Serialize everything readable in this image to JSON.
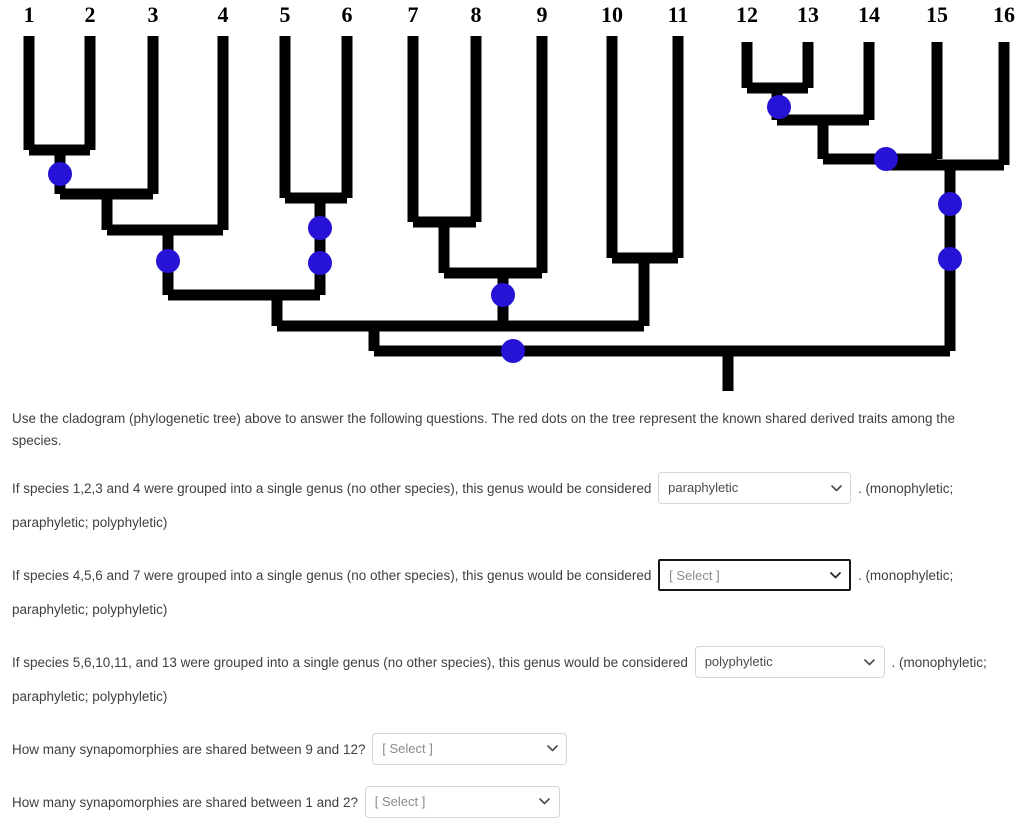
{
  "cladogram": {
    "tip_labels": [
      "1",
      "2",
      "3",
      "4",
      "5",
      "6",
      "7",
      "8",
      "9",
      "10",
      "11",
      "12",
      "13",
      "14",
      "15",
      "16"
    ],
    "node_color": "#2613d6",
    "branch_color": "#000000",
    "node_count": 11,
    "description": "Cladogram of 16 species with blue dots marking shared derived traits (synapomorphies)"
  },
  "intro": {
    "text": "Use the cladogram (phylogenetic tree) above to answer the following questions. The red dots on the tree represent the known shared derived traits among the species."
  },
  "questions": [
    {
      "prefix": "If species 1,2,3 and 4 were grouped into a single genus (no other species), this genus would be considered",
      "select_value": "paraphyletic",
      "is_placeholder": false,
      "focused": false,
      "suffix": ". (monophyletic; paraphyletic; polyphyletic)"
    },
    {
      "prefix": "If species 4,5,6 and 7 were grouped into a single genus (no other species), this genus would be considered",
      "select_value": "[ Select ]",
      "is_placeholder": true,
      "focused": true,
      "suffix": ". (monophyletic; paraphyletic; polyphyletic)"
    },
    {
      "prefix": "If species 5,6,10,11, and 13 were grouped into a single genus (no other species), this genus would be considered",
      "select_value": "polyphyletic",
      "is_placeholder": false,
      "focused": false,
      "suffix": ". (monophyletic; paraphyletic; polyphyletic)"
    },
    {
      "prefix": "How many synapomorphies are shared between 9 and 12?",
      "select_value": "[ Select ]",
      "is_placeholder": true,
      "focused": false,
      "suffix": ""
    },
    {
      "prefix": "How many synapomorphies are shared between 1 and 2?",
      "select_value": "[ Select ]",
      "is_placeholder": true,
      "focused": false,
      "suffix": ""
    }
  ]
}
